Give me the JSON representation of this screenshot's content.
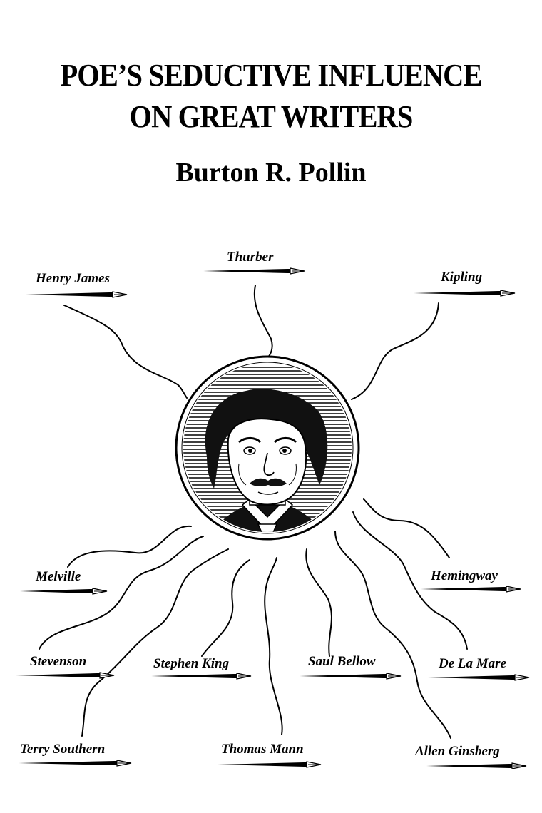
{
  "cover": {
    "title_line1": "POE’S SEDUCTIVE INFLUENCE",
    "title_line2": "ON GREAT WRITERS",
    "author": "Burton R. Pollin"
  },
  "writers": [
    "Henry James",
    "Thurber",
    "Kipling",
    "Melville",
    "Hemingway",
    "Stevenson",
    "Stephen King",
    "Saul Bellow",
    "De La Mare",
    "Terry Southern",
    "Thomas Mann",
    "Allen Ginsberg"
  ],
  "illustration": {
    "subject": "Edgar Allan Poe portrait",
    "icons": [
      "poe-portrait-icon",
      "fountain-pen-icon"
    ],
    "ink_color": "#000000",
    "paper_color": "#ffffff"
  }
}
